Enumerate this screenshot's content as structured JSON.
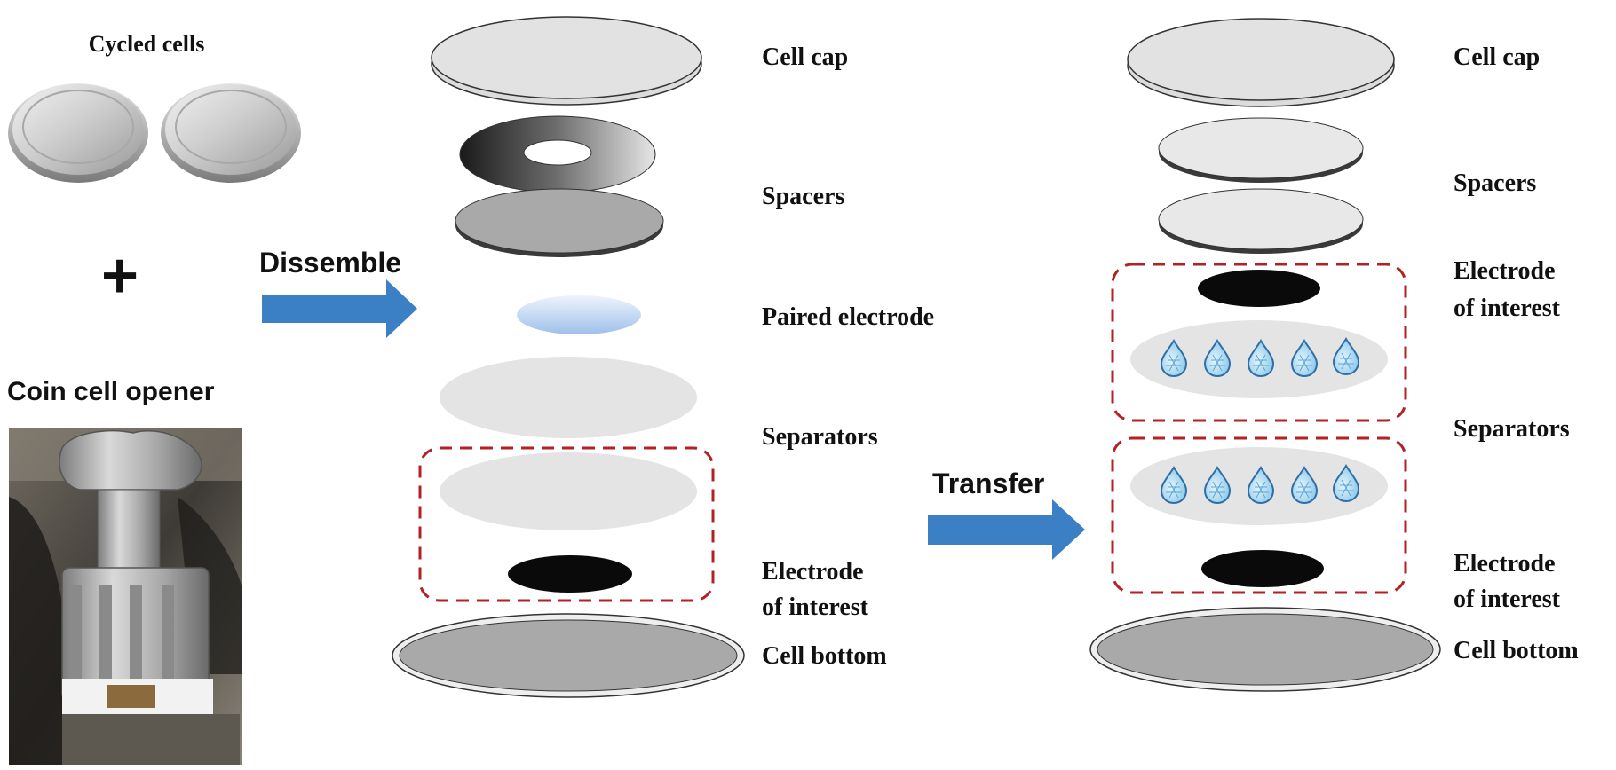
{
  "left": {
    "cycled_cells_label": "Cycled cells",
    "plus_sign": "+",
    "opener_label": "Coin cell opener"
  },
  "arrows": {
    "dissemble_label": "Dissemble",
    "transfer_label": "Transfer"
  },
  "middle_stack": {
    "cell_cap": "Cell cap",
    "spacers": "Spacers",
    "paired_electrode": "Paired electrode",
    "separators": "Separators",
    "electrode_line1": "Electrode",
    "electrode_line2": "of interest",
    "cell_bottom": "Cell bottom"
  },
  "right_stack": {
    "cell_cap": "Cell cap",
    "spacers": "Spacers",
    "electrode_top_line1": "Electrode",
    "electrode_top_line2": "of interest",
    "separators": "Separators",
    "electrode_bottom_line1": "Electrode",
    "electrode_bottom_line2": "of interest",
    "cell_bottom": "Cell bottom"
  },
  "colors": {
    "arrow_blue": "#3b7fc4",
    "dashed_red": "#b22222",
    "droplet_blue": "#6ab0de"
  }
}
